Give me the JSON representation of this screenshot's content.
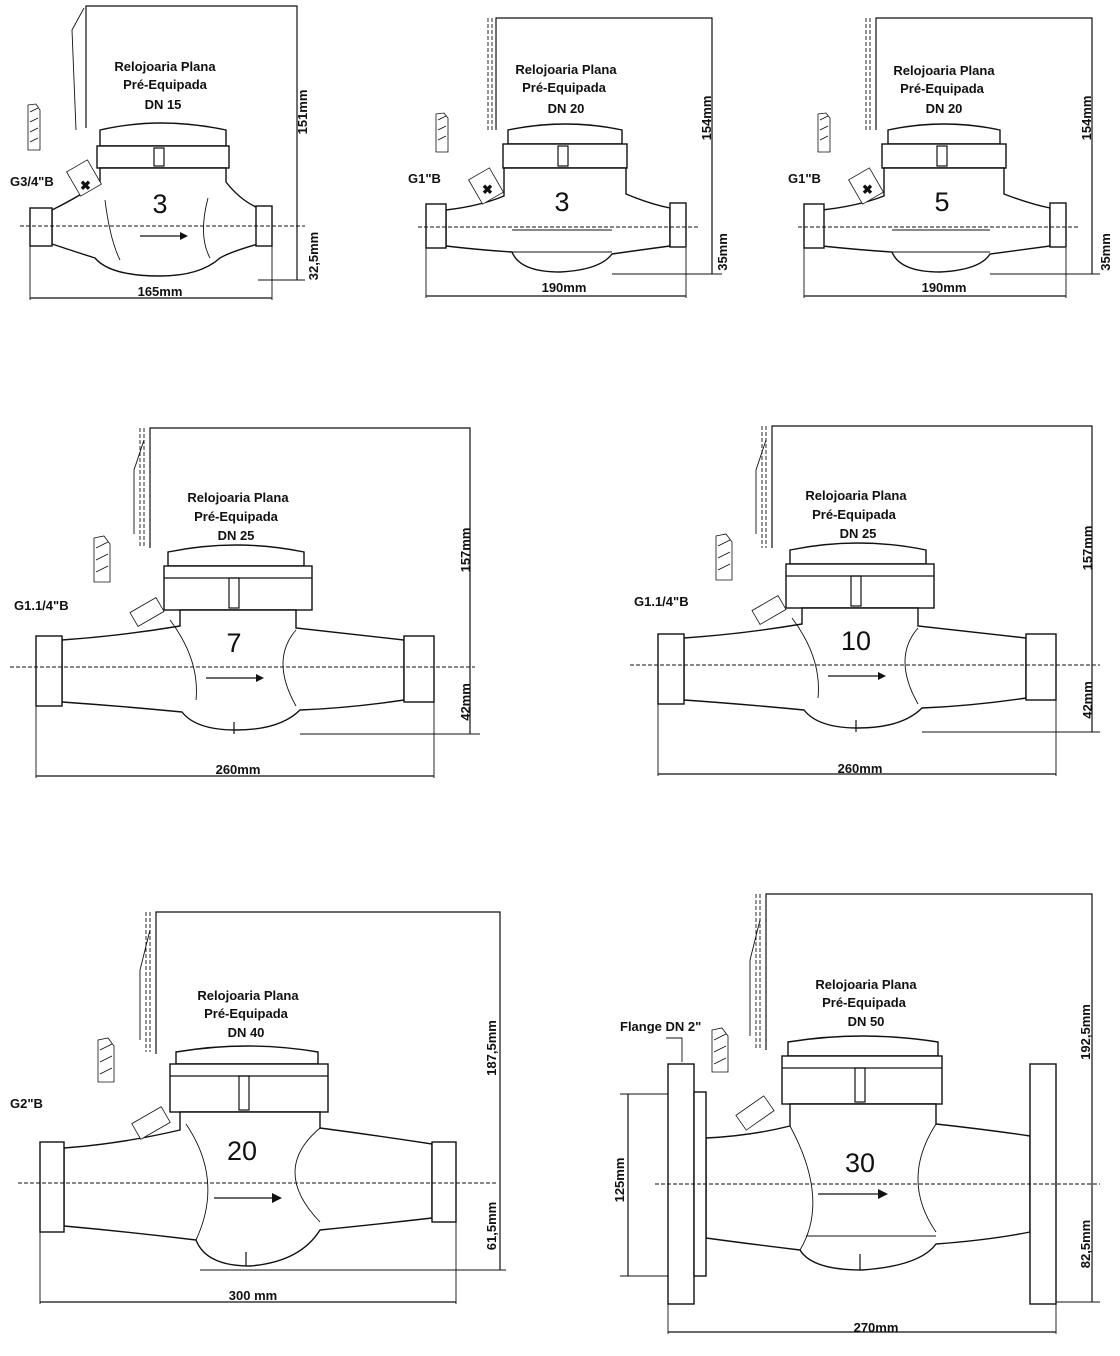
{
  "meters": [
    {
      "title_line1": "Relojoaria Plana",
      "title_line2": "Pré-Equipada",
      "dn": "DN 15",
      "flow": "3",
      "connection": "G3/4\"B",
      "length": "165mm",
      "height": "151mm",
      "axis_height": "32,5mm"
    },
    {
      "title_line1": "Relojoaria Plana",
      "title_line2": "Pré-Equipada",
      "dn": "DN 20",
      "flow": "3",
      "connection": "G1\"B",
      "length": "190mm",
      "height": "154mm",
      "axis_height": "35mm"
    },
    {
      "title_line1": "Relojoaria Plana",
      "title_line2": "Pré-Equipada",
      "dn": "DN 20",
      "flow": "5",
      "connection": "G1\"B",
      "length": "190mm",
      "height": "154mm",
      "axis_height": "35mm"
    },
    {
      "title_line1": "Relojoaria Plana",
      "title_line2": "Pré-Equipada",
      "dn": "DN 25",
      "flow": "7",
      "connection": "G1.1/4\"B",
      "length": "260mm",
      "height": "157mm",
      "axis_height": "42mm"
    },
    {
      "title_line1": "Relojoaria Plana",
      "title_line2": "Pré-Equipada",
      "dn": "DN 25",
      "flow": "10",
      "connection": "G1.1/4\"B",
      "length": "260mm",
      "height": "157mm",
      "axis_height": "42mm"
    },
    {
      "title_line1": "Relojoaria Plana",
      "title_line2": "Pré-Equipada",
      "dn": "DN 40",
      "flow": "20",
      "connection": "G2\"B",
      "length": "300 mm",
      "height": "187,5mm",
      "axis_height": "61,5mm"
    },
    {
      "title_line1": "Relojoaria Plana",
      "title_line2": "Pré-Equipada",
      "dn": "DN 50",
      "flow": "30",
      "connection": "Flange DN 2\"",
      "length": "270mm",
      "height": "192,5mm",
      "axis_height": "82,5mm",
      "flange_height": "125mm"
    }
  ]
}
